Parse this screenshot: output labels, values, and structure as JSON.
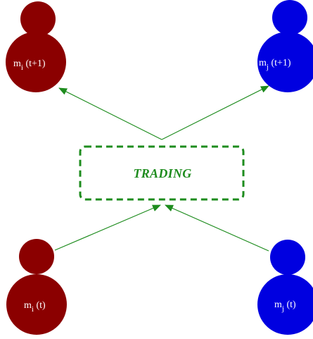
{
  "colors": {
    "agent_i": "#8b0000",
    "agent_j": "#0000e0",
    "arrow": "#1e8c1e",
    "trading_border": "#1e8c1e",
    "trading_text": "#1e8c1e"
  },
  "trading": {
    "label": "TRADING"
  },
  "agents": {
    "i_next": {
      "symbol": "m",
      "sub": "i",
      "time": " (t+1)"
    },
    "j_next": {
      "symbol": "m",
      "sub": "j",
      "time": " (t+1)"
    },
    "i_now": {
      "symbol": "m",
      "sub": "i",
      "time": " (t)"
    },
    "j_now": {
      "symbol": "m",
      "sub": "j",
      "time": " (t)"
    }
  }
}
